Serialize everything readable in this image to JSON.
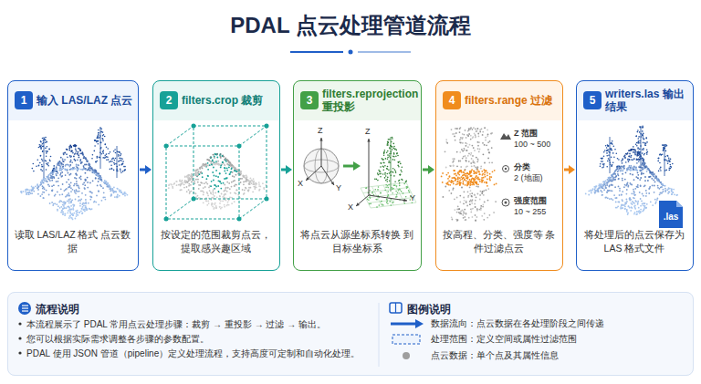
{
  "diagram": {
    "title": "PDAL 点云处理管道流程",
    "nodes": [
      {
        "text": [
          "输入 LAS/LAZ 点云",
          "读取 LAS/LAZ 格式 点云数据"
        ]
      },
      {
        "text": [
          "1"
        ],
        "in": 0
      },
      {
        "text": [
          "filters.crop 裁剪",
          "按设定的范围裁剪点云， 提取感兴趣区域"
        ]
      },
      {
        "text": [
          "2"
        ],
        "in": 2
      },
      {
        "text": [
          "filters.reprojection 重投影",
          "将点云从源坐标系转换 到目标坐标系"
        ]
      },
      {
        "text": [
          "3"
        ],
        "in": 4
      },
      {
        "text": [
          "filters.range 过滤",
          "按高程、分类、强度等 条件过滤点云"
        ]
      },
      {
        "text": [
          "4"
        ],
        "in": 6
      },
      {
        "text": [
          "writers.las 输出结果",
          "将处理后的点云保存为 LAS 格式文件"
        ]
      },
      {
        "text": [
          "5"
        ],
        "in": 8
      },
      {
        "text": [
          "流程说明",
          "本流程展示了 PDAL 常用点云处理步骤：裁剪 → 重投影 → 过滤 → 输出。",
          "您可以根据实际需求调整各步骤的参数配置。",
          "PDAL 使用 JSON 管道（pipeline）定义处理流程，支持高度可定制和自动化处理。",
          "图例说明"
        ]
      }
    ],
    "edges": [
      {
        "from": 0,
        "to": 2,
        "arrow": "to"
      },
      {
        "from": 2,
        "to": 4,
        "arrow": "to"
      },
      {
        "from": 4,
        "to": 6,
        "arrow": "to"
      },
      {
        "from": 6,
        "to": 8,
        "arrow": "to"
      }
    ],
    "labels": [
      "Z",
      "X",
      "Y",
      "Z",
      "X",
      "Y",
      "Z 范围",
      "100 ~ 500",
      "分类",
      "2 (地面)",
      "强度范围",
      "10 ~ 255",
      ".las"
    ],
    "legend": [
      {
        "text": "数据流向：点云数据在各处理阶段之间传递"
      },
      {
        "text": "处理范围：定义空间或属性过滤范围"
      },
      {
        "text": "点云数据：单个点及其属性信息",
        "color": "#9e9e9e"
      }
    ]
  }
}
